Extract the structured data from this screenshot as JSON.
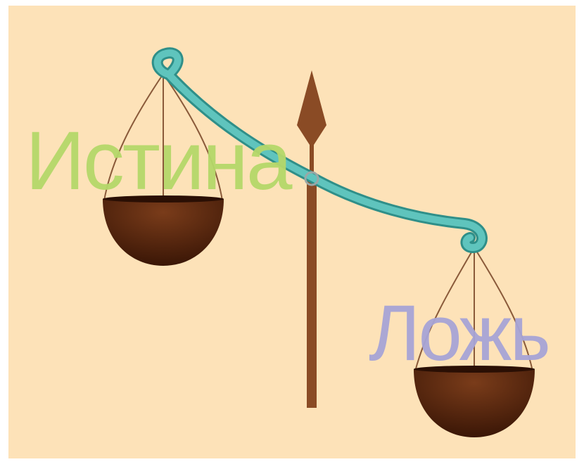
{
  "scene": {
    "background_color": "#fde2b8",
    "frame_color": "#ffffff"
  },
  "labels": {
    "truth": "Истина",
    "lie": "Ложь"
  },
  "colors": {
    "truth_text": "#b5d86a",
    "lie_text": "#a7a4d6",
    "beam": "#5fc4bd",
    "beam_outline": "#2f8f89",
    "post": "#8a4b25",
    "pointer": "#8a4b25",
    "pan_dark": "#3a1606",
    "pan_light": "#7a3c1a",
    "cord": "#8a5a3a"
  },
  "illustration": {
    "subject": "balance-scale",
    "tilt": "left-pan-higher"
  }
}
